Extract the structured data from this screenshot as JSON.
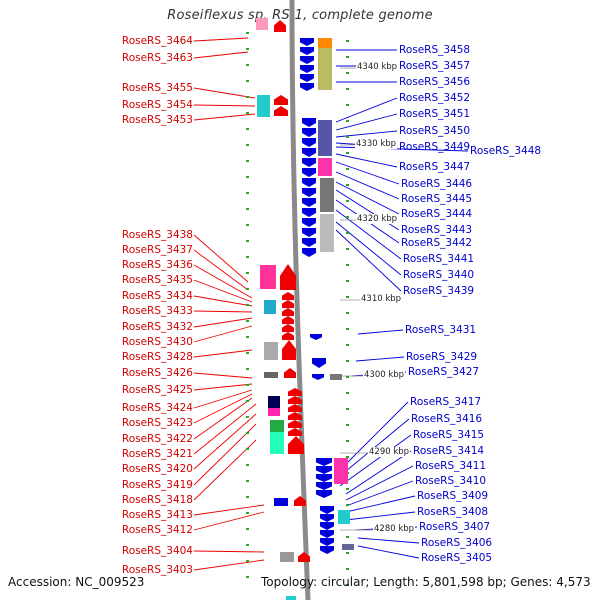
{
  "title": "Roseiflexus sp. RS-1, complete genome",
  "footer": {
    "accession": "Accession: NC_009523",
    "topology": "Topology: circular; Length: 5,801,598 bp; Genes: 4,573"
  },
  "scale_ticks": [
    "4340 kbp",
    "4330 kbp",
    "4320 kbp",
    "4310 kbp",
    "4300 kbp",
    "4290 kbp",
    "4280 kbp"
  ],
  "left_genes": [
    "RoseRS_3464",
    "RoseRS_3463",
    "RoseRS_3455",
    "RoseRS_3454",
    "RoseRS_3453",
    "RoseRS_3438",
    "RoseRS_3437",
    "RoseRS_3436",
    "RoseRS_3435",
    "RoseRS_3434",
    "RoseRS_3433",
    "RoseRS_3432",
    "RoseRS_3430",
    "RoseRS_3428",
    "RoseRS_3426",
    "RoseRS_3425",
    "RoseRS_3424",
    "RoseRS_3423",
    "RoseRS_3422",
    "RoseRS_3421",
    "RoseRS_3420",
    "RoseRS_3419",
    "RoseRS_3418",
    "RoseRS_3413",
    "RoseRS_3412",
    "RoseRS_3404",
    "RoseRS_3403"
  ],
  "right_genes": [
    "RoseRS_3458",
    "RoseRS_3457",
    "RoseRS_3456",
    "RoseRS_3452",
    "RoseRS_3451",
    "RoseRS_3450",
    "RoseRS_3449",
    "RoseRS_3448",
    "RoseRS_3447",
    "RoseRS_3446",
    "RoseRS_3445",
    "RoseRS_3444",
    "RoseRS_3443",
    "RoseRS_3442",
    "RoseRS_3441",
    "RoseRS_3440",
    "RoseRS_3439",
    "RoseRS_3431",
    "RoseRS_3429",
    "RoseRS_3427",
    "RoseRS_3417",
    "RoseRS_3416",
    "RoseRS_3415",
    "RoseRS_3414",
    "RoseRS_3411",
    "RoseRS_3410",
    "RoseRS_3409",
    "RoseRS_3408",
    "RoseRS_3407",
    "RoseRS_3406",
    "RoseRS_3405"
  ],
  "colors": {
    "forward_strand": "#ee0000",
    "reverse_strand": "#0000dd",
    "axis": "#888888",
    "tick_marks": "#22aa22"
  }
}
